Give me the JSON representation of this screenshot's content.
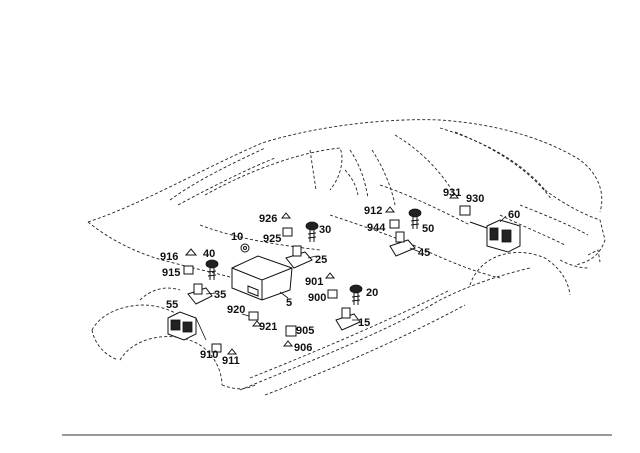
{
  "callouts": {
    "c5": "5",
    "c10": "10",
    "c15": "15",
    "c20": "20",
    "c25": "25",
    "c30": "30",
    "c35": "35",
    "c40": "40",
    "c45": "45",
    "c50": "50",
    "c55": "55",
    "c60": "60",
    "c900": "900",
    "c901": "901",
    "c905": "905",
    "c906": "906",
    "c910": "910",
    "c911": "911",
    "c912": "912",
    "c915": "915",
    "c916": "916",
    "c920": "920",
    "c921": "921",
    "c925": "925",
    "c926": "926",
    "c930": "930",
    "c931": "931",
    "c944": "944"
  }
}
